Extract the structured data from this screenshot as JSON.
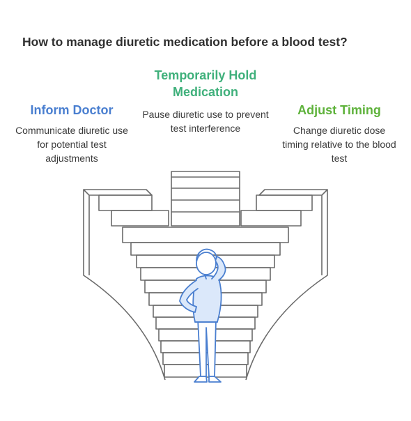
{
  "title": "How to manage diuretic medication before a blood test?",
  "options": [
    {
      "heading": "Inform Doctor",
      "description": "Communicate diuretic use for potential test adjustments",
      "color": "#4a7fd0"
    },
    {
      "heading": "Temporarily Hold Medication",
      "description": "Pause diuretic use to prevent test interference",
      "color": "#3fb07b"
    },
    {
      "heading": "Adjust Timing",
      "description": "Change diuretic dose timing relative to the blood test",
      "color": "#5eb23b"
    }
  ],
  "illustration": {
    "subject": "person-standing-before-three-stairways",
    "stair_color": "#6b6b6b",
    "person_color": "#4a7fd0",
    "person_fill": "#dbe8fa"
  }
}
